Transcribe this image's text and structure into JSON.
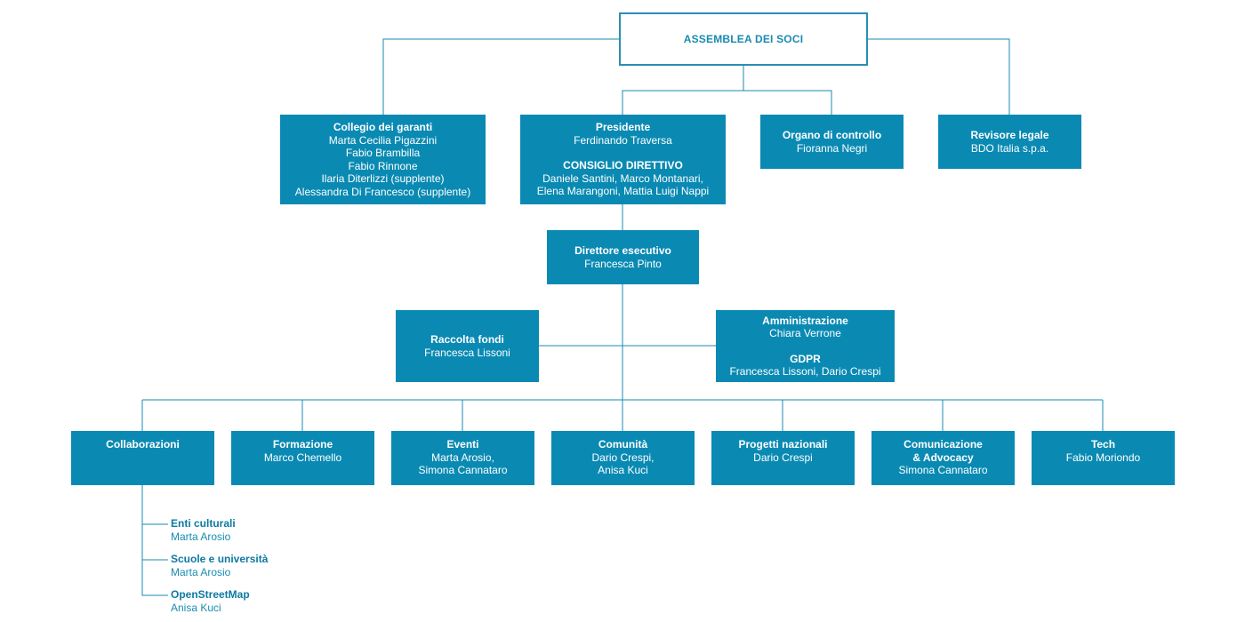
{
  "root": "ASSEMBLEA DEI SOCI",
  "collegio": {
    "title": "Collegio dei garanti",
    "members": [
      "Marta Cecilia Pigazzini",
      "Fabio Brambilla",
      "Fabio Rinnone",
      "Ilaria Diterlizzi (supplente)",
      "Alessandra Di Francesco (supplente)"
    ]
  },
  "presidente": {
    "title": "Presidente",
    "name": "Ferdinando Traversa",
    "board_title": "CONSIGLIO DIRETTIVO",
    "board_members": [
      "Daniele Santini, Marco Montanari,",
      "Elena Marangoni, Mattia Luigi Nappi"
    ]
  },
  "organo": {
    "title": "Organo di controllo",
    "name": "Fioranna Negri"
  },
  "revisore": {
    "title": "Revisore legale",
    "name": "BDO Italia s.p.a."
  },
  "direttore": {
    "title": "Direttore esecutivo",
    "name": "Francesca Pinto"
  },
  "raccolta": {
    "title": "Raccolta fondi",
    "name": "Francesca Lissoni"
  },
  "amministrazione": {
    "title": "Amministrazione",
    "name": "Chiara Verrone",
    "gdpr_title": "GDPR",
    "gdpr_names": "Francesca Lissoni, Dario Crespi"
  },
  "departments": [
    {
      "title": "Collaborazioni",
      "lines": []
    },
    {
      "title": "Formazione",
      "lines": [
        "Marco Chemello"
      ]
    },
    {
      "title": "Eventi",
      "lines": [
        "Marta Arosio,",
        "Simona Cannataro"
      ]
    },
    {
      "title": "Comunità",
      "lines": [
        "Dario Crespi,",
        "Anisa Kuci"
      ]
    },
    {
      "title": "Progetti nazionali",
      "lines": [
        "Dario Crespi"
      ]
    },
    {
      "title": "Comunicazione\n& Advocacy",
      "title_lines": [
        "Comunicazione",
        "& Advocacy"
      ],
      "lines": [
        "Simona Cannataro"
      ]
    },
    {
      "title": "Tech",
      "lines": [
        "Fabio Moriondo"
      ]
    }
  ],
  "collaborazioni_sub": [
    {
      "title": "Enti culturali",
      "name": "Marta Arosio"
    },
    {
      "title": "Scuole e università",
      "name": "Marta Arosio"
    },
    {
      "title": "OpenStreetMap",
      "name": "Anisa Kuci"
    }
  ],
  "colors": {
    "box": "#0a8ab3",
    "line": "#1a8bb1",
    "root_border": "#2b8fb2"
  }
}
